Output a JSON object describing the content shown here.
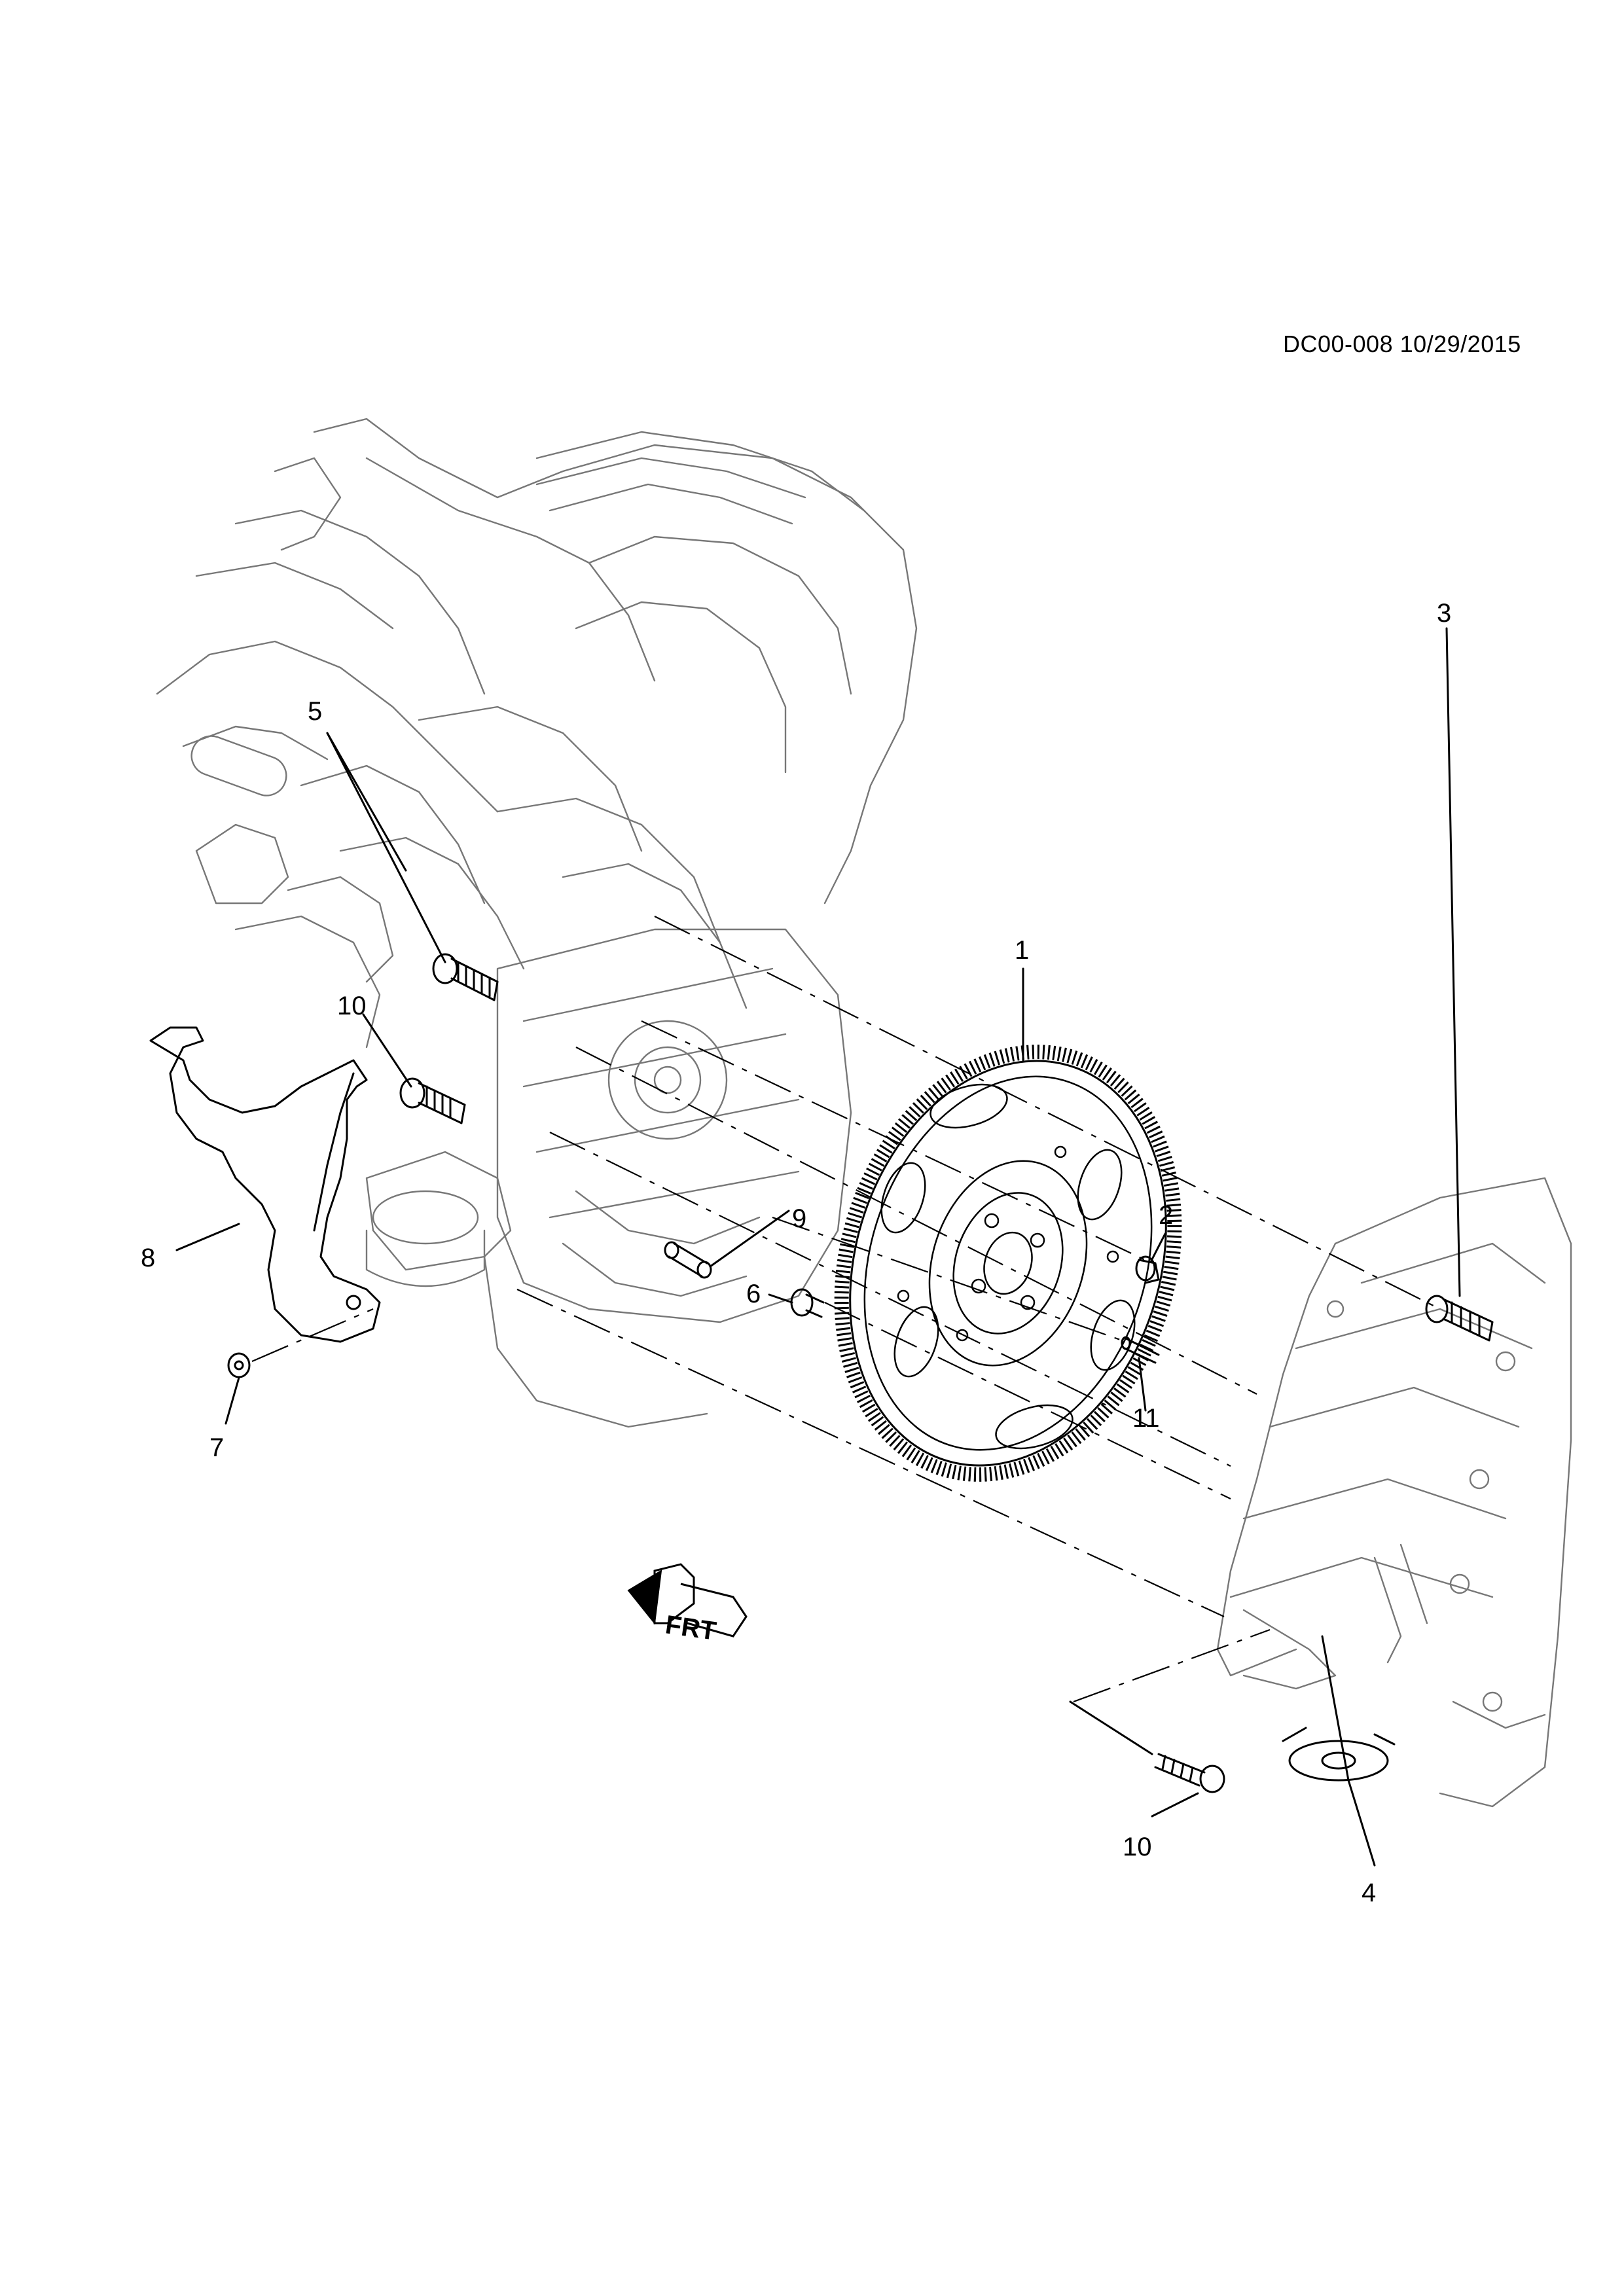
{
  "drawing": {
    "reference": "DC00-008 10/29/2015",
    "front_marker": "FRT"
  },
  "callouts": {
    "c1": "1",
    "c2": "2",
    "c3": "3",
    "c4": "4",
    "c5": "5",
    "c6": "6",
    "c7": "7",
    "c8": "8",
    "c9": "9",
    "c10_upper": "10",
    "c10_lower": "10",
    "c11": "11"
  },
  "colors": {
    "ink": "#000000",
    "background": "#ffffff"
  }
}
